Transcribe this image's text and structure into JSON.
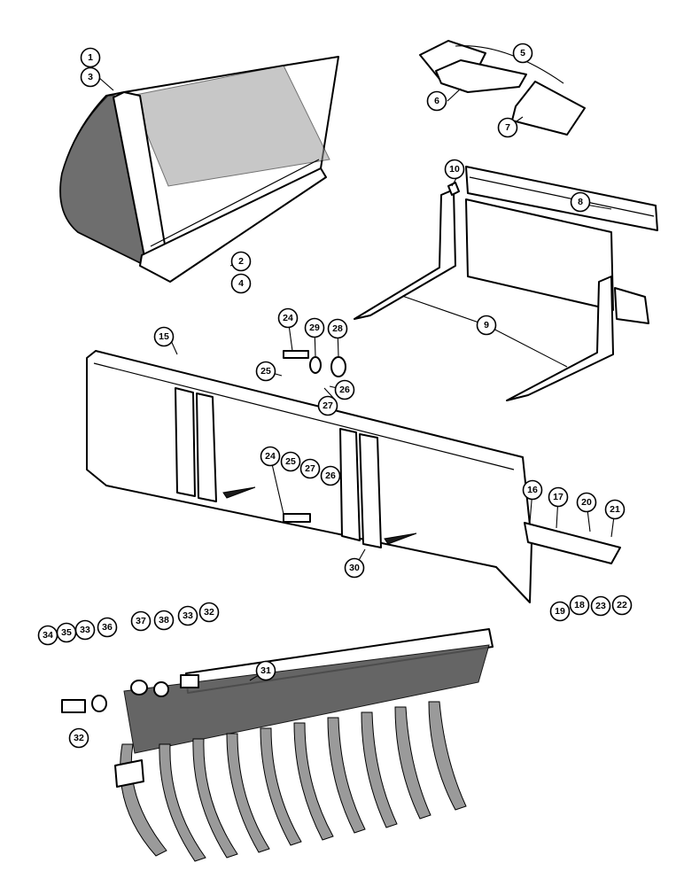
{
  "callouts": [
    {
      "id": "c1",
      "label": "1"
    },
    {
      "id": "c3",
      "label": "3"
    },
    {
      "id": "c2",
      "label": "2"
    },
    {
      "id": "c4",
      "label": "4"
    },
    {
      "id": "c5",
      "label": "5"
    },
    {
      "id": "c6",
      "label": "6"
    },
    {
      "id": "c7",
      "label": "7"
    },
    {
      "id": "c8",
      "label": "8"
    },
    {
      "id": "c9",
      "label": "9"
    },
    {
      "id": "c10",
      "label": "10"
    },
    {
      "id": "c15",
      "label": "15"
    },
    {
      "id": "c24a",
      "label": "24"
    },
    {
      "id": "c29",
      "label": "29"
    },
    {
      "id": "c28",
      "label": "28"
    },
    {
      "id": "c25a",
      "label": "25"
    },
    {
      "id": "c26a",
      "label": "26"
    },
    {
      "id": "c27a",
      "label": "27"
    },
    {
      "id": "c24b",
      "label": "24"
    },
    {
      "id": "c25b",
      "label": "25"
    },
    {
      "id": "c27b",
      "label": "27"
    },
    {
      "id": "c26b",
      "label": "26"
    },
    {
      "id": "c30",
      "label": "30"
    },
    {
      "id": "c16",
      "label": "16"
    },
    {
      "id": "c17",
      "label": "17"
    },
    {
      "id": "c20",
      "label": "20"
    },
    {
      "id": "c21",
      "label": "21"
    },
    {
      "id": "c19",
      "label": "19"
    },
    {
      "id": "c18",
      "label": "18"
    },
    {
      "id": "c23",
      "label": "23"
    },
    {
      "id": "c22",
      "label": "22"
    },
    {
      "id": "c34",
      "label": "34"
    },
    {
      "id": "c35",
      "label": "35"
    },
    {
      "id": "c33a",
      "label": "33"
    },
    {
      "id": "c36",
      "label": "36"
    },
    {
      "id": "c37",
      "label": "37"
    },
    {
      "id": "c38",
      "label": "38"
    },
    {
      "id": "c33b",
      "label": "33"
    },
    {
      "id": "c32a",
      "label": "32"
    },
    {
      "id": "c31",
      "label": "31"
    },
    {
      "id": "c32b",
      "label": "32"
    }
  ]
}
